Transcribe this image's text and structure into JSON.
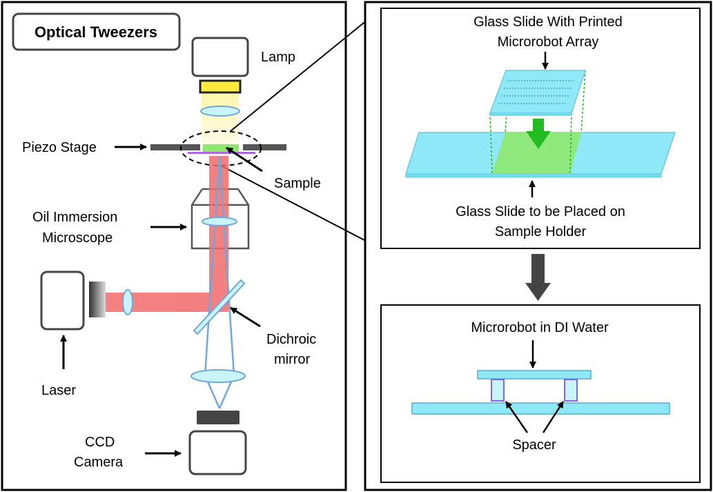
{
  "title": "Optical Tweezers",
  "labels": {
    "lamp": "Lamp",
    "piezo_stage": "Piezo Stage",
    "sample": "Sample",
    "oil_immersion_line1": "Oil Immersion",
    "oil_immersion_line2": "Microscope",
    "laser": "Laser",
    "dichroic_line1": "Dichroic",
    "dichroic_line2": "mirror",
    "ccd_line1": "CCD",
    "ccd_line2": "Camera",
    "glass_printed_line1": "Glass Slide With Printed",
    "glass_printed_line2": "Microrobot Array",
    "glass_placed_line1": "Glass Slide to be Placed on",
    "glass_placed_line2": "Sample Holder",
    "microrobot_water": "Microrobot in DI Water",
    "spacer": "Spacer"
  },
  "colors": {
    "laser_beam": "#f26b6b",
    "imaging_path": "#6fa8dc",
    "lens_fill": "#c9f4fb",
    "slide_fill": "#8ee8f5",
    "sample_green": "#8ee86f",
    "arrow_green": "#22bb22",
    "lamp_yellow": "#ffeb3b",
    "lamp_glow": "#fff9c4",
    "dark_gray": "#444444",
    "spacer_purple": "#7b68ee"
  }
}
